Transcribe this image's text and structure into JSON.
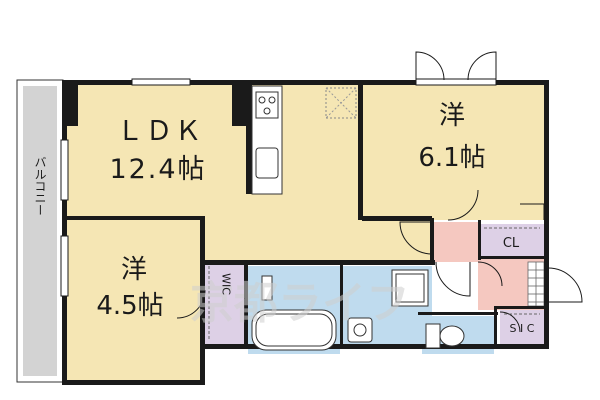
{
  "rooms": {
    "ldk": {
      "name": "ＬＤＫ",
      "size": "12.4帖"
    },
    "western_6": {
      "name": "洋",
      "size": "6.1帖"
    },
    "western_45": {
      "name": "洋",
      "size": "4.5帖"
    },
    "closet": {
      "name": "CL"
    },
    "walk_in_closet": {
      "name": "WIC"
    },
    "shoe_closet": {
      "name": "S I C"
    },
    "balcony": {
      "name": "バルコニー"
    }
  },
  "watermark": "京都ライフ",
  "colors": {
    "room_beige": "#f5e6b4",
    "closet_purple": "#ddd0e6",
    "wet_blue": "#bfdbee",
    "entrance_pink": "#f5c8c0",
    "balcony_gray": "#d3d3d3",
    "wall": "#1a1a1a"
  }
}
